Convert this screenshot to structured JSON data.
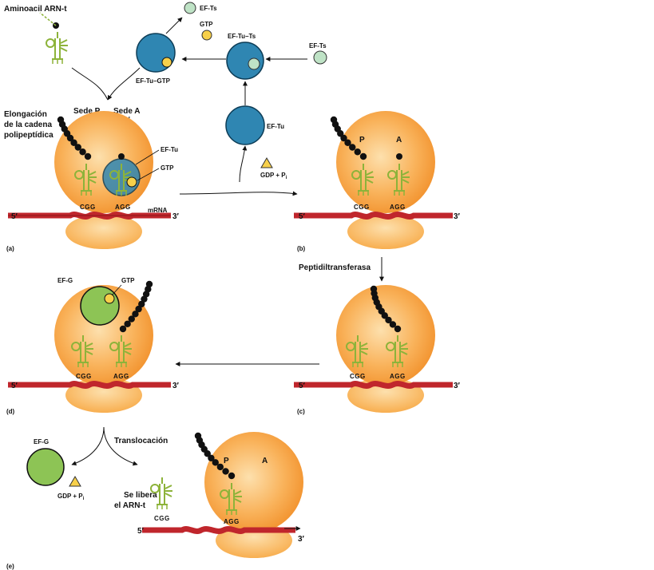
{
  "colors": {
    "ribosome": "#f7a03a",
    "ribosome_light": "#fcd08f",
    "mrna": "#c0262c",
    "trna": "#8db33a",
    "eftu": "#2f86b2",
    "efts": "#bfe3c6",
    "gtp": "#f7d04a",
    "efg": "#8dc455",
    "chain": "#111111"
  },
  "top": {
    "aminoacil": "Aminoacil ARN-t",
    "efts_out": "EF-Ts",
    "gtp_in": "GTP",
    "eftu_gtp": "EF-Tu–GTP",
    "eftu_ts": "EF-Tu–Ts",
    "efts_in": "EF-Ts",
    "eftu": "EF-Tu",
    "gdp_pi": "GDP + P",
    "gdp_sub": "i"
  },
  "panel_a": {
    "elongation": [
      "Elongación",
      "de la cadena",
      "polipeptídica"
    ],
    "sede_p": "Sede P",
    "sede_a": "Sede A",
    "eftu_label": "EF-Tu",
    "gtp_label": "GTP",
    "mrna": "mRNA",
    "codon_p": "CGG",
    "codon_a": "AGG",
    "five": "5′",
    "three": "3′",
    "letter": "(a)"
  },
  "panel_b": {
    "p": "P",
    "a": "A",
    "codon_p": "CGG",
    "codon_a": "AGG",
    "five": "5′",
    "three": "3′",
    "letter": "(b)"
  },
  "peptidil": "Peptidiltransferasa",
  "panel_c": {
    "codon_p": "CGG",
    "codon_a": "AGG",
    "five": "5′",
    "three": "3′",
    "letter": "(c)"
  },
  "panel_d": {
    "efg": "EF-G",
    "gtp": "GTP",
    "codon_p": "CGG",
    "codon_a": "AGG",
    "five": "5′",
    "three": "3′",
    "letter": "(d)"
  },
  "panel_e": {
    "efg": "EF-G",
    "gdp_pi": "GDP + P",
    "gdp_sub": "i",
    "translocacion": "Translocación",
    "se_libera": [
      "Se libera",
      "el ARN-t"
    ],
    "codon_free": "CGG",
    "p": "P",
    "a": "A",
    "codon_p": "AGG",
    "five": "5′",
    "three": "3′",
    "letter": "(e)"
  }
}
